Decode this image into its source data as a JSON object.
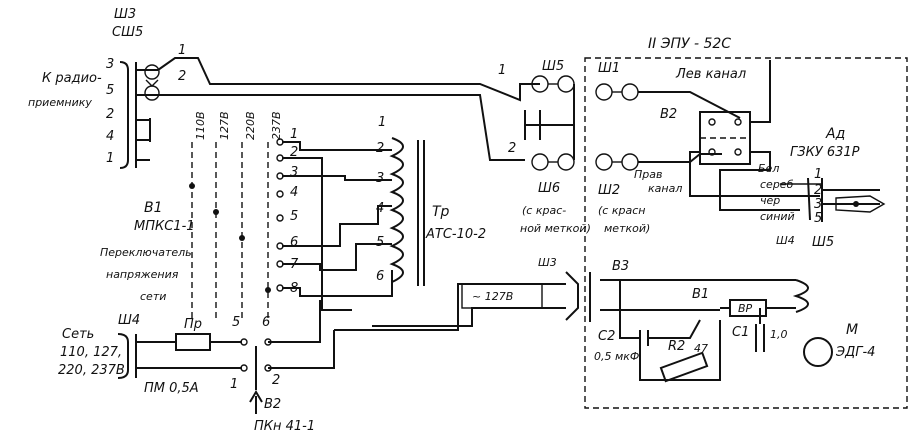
{
  "labels": {
    "sh3": "Ш3",
    "ssh5": "СШ5",
    "k_radio": "К радио-",
    "priemniku": "приемнику",
    "v1": "В1",
    "mpps": "МПКС1-1",
    "pereklyuchatel": "Переключатель",
    "napryazheniya": "напряжения",
    "seti": "сети",
    "tr": "Тр",
    "tr_type": "АТС-10-2",
    "v110": "110В",
    "v127": "127В",
    "v220": "220В",
    "v237": "237В",
    "sh5_top": "Ш5",
    "sh6": "Ш6",
    "sh6_note1": "(с крас-",
    "sh6_note2": "ной меткой)",
    "epu_title": "II ЭПУ - 52С",
    "lev_kanal": "Лев канал",
    "sh1_in": "Ш1",
    "sh2_in": "Ш2",
    "prav_kanal1": "Прав",
    "prav_kanal2": "канал",
    "sh2_note1": "(с красн",
    "sh2_note2": "меткой)",
    "v2_in": "В2",
    "ad": "Ад",
    "ad_type": "ГЗКУ 631Р",
    "bel": "Бел",
    "cable_color1": "сереб",
    "cable_color2": "чер",
    "cable_color3": "синий",
    "sh4_right": "Ш4",
    "sh5_right": "Ш5",
    "set": "Сеть",
    "set_volt1": "110, 127,",
    "set_volt2": "220, 237В",
    "sh4_left": "Ш4",
    "pr": "Пр",
    "pm": "ПМ 0,5А",
    "v2_left": "В2",
    "pkn": "ПКн 41-1",
    "sh3_in": "Ш3",
    "cable_dial": "~ 127В",
    "v3": "В3",
    "c2": "С2",
    "c2_val": "0,5 мкФ",
    "r2": "R2",
    "r2_val": "47",
    "c1": "С1",
    "c1_val": "1,0",
    "b1": "В1",
    "vr": "ВР",
    "m": "М",
    "m_type": "ЭДГ-4",
    "n1_top": "1",
    "n2_top": "2",
    "n1_right": "1",
    "n2_right": "2",
    "sw_num_5": "5",
    "sw_num_6": "6",
    "sw_num_1": "1",
    "sw_num_2": "2"
  },
  "connector_pins_left": [
    "3",
    "5",
    "2",
    "4",
    "1"
  ],
  "switch_positions": [
    "1",
    "2",
    "3",
    "4",
    "5",
    "6",
    "7",
    "8"
  ],
  "transformer_taps": [
    "1",
    "2",
    "3",
    "4",
    "5",
    "6"
  ],
  "pickup_pins": [
    "1",
    "2",
    "3",
    "5"
  ]
}
